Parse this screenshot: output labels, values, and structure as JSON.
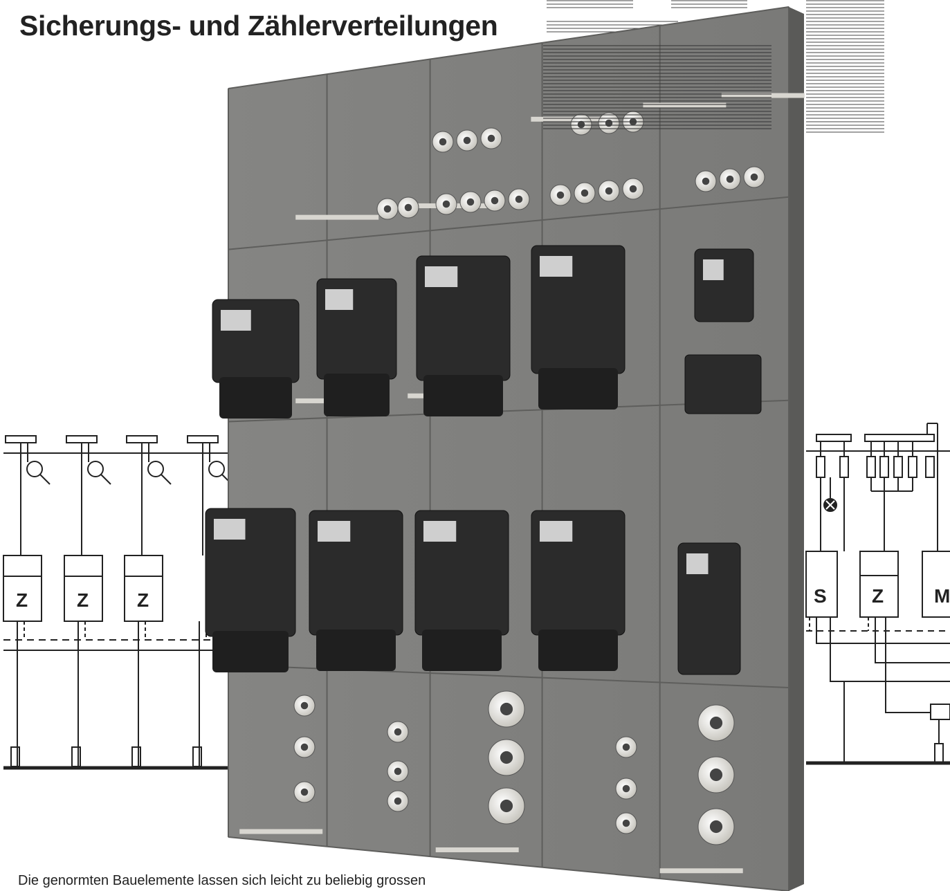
{
  "document": {
    "title": "Sicherungs- und Zählerverteilungen",
    "caption": "Die genormten Bauelemente lassen sich leicht zu beliebig grossen"
  },
  "schematic_left": {
    "meter_label": "Z",
    "unit_count": 4
  },
  "schematic_right": {
    "labels": [
      "S",
      "Z",
      "M"
    ]
  },
  "panel": {
    "columns": 5,
    "rows": 4,
    "meter_count": 8
  },
  "colors": {
    "panel_face": "#8a8a88",
    "meter_body": "#2b2b2b",
    "ink": "#1a1a1a",
    "fuse_cap": "#e6e4de"
  }
}
